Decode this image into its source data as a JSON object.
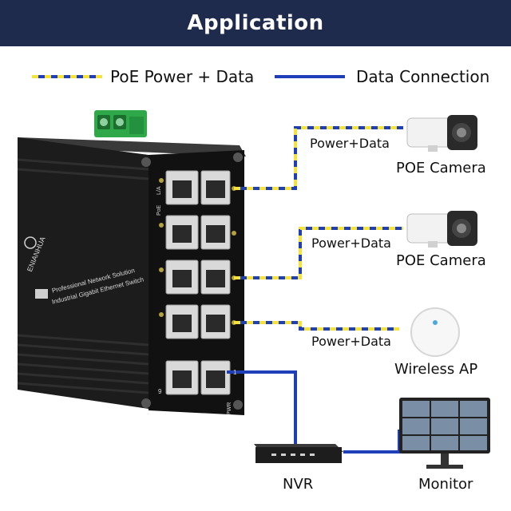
{
  "header": {
    "title": "Application"
  },
  "legend": {
    "poe_label": "PoE Power + Data",
    "data_label": "Data Connection"
  },
  "links": {
    "power_data_1": "Power+Data",
    "power_data_2": "Power+Data",
    "power_data_3": "Power+Data"
  },
  "devices": {
    "camera_1": "POE Camera",
    "camera_2": "POE Camera",
    "wireless_ap": "Wireless AP",
    "nvr": "NVR",
    "monitor": "Monitor"
  },
  "switch": {
    "brand": "ENIANHUA",
    "line1": "Professional Network Solution",
    "line2": "Industrial Gigabit Ethernet Switch",
    "pwr": "PWR",
    "port_la": "L/A",
    "port_poe": "PoE",
    "port_9": "9",
    "port_1": "1"
  },
  "colors": {
    "header_bg": "#1e2b4d",
    "poe_blue": "#1f3fb8",
    "poe_yellow": "#f5e23a",
    "data_blue": "#1f3fb8"
  }
}
